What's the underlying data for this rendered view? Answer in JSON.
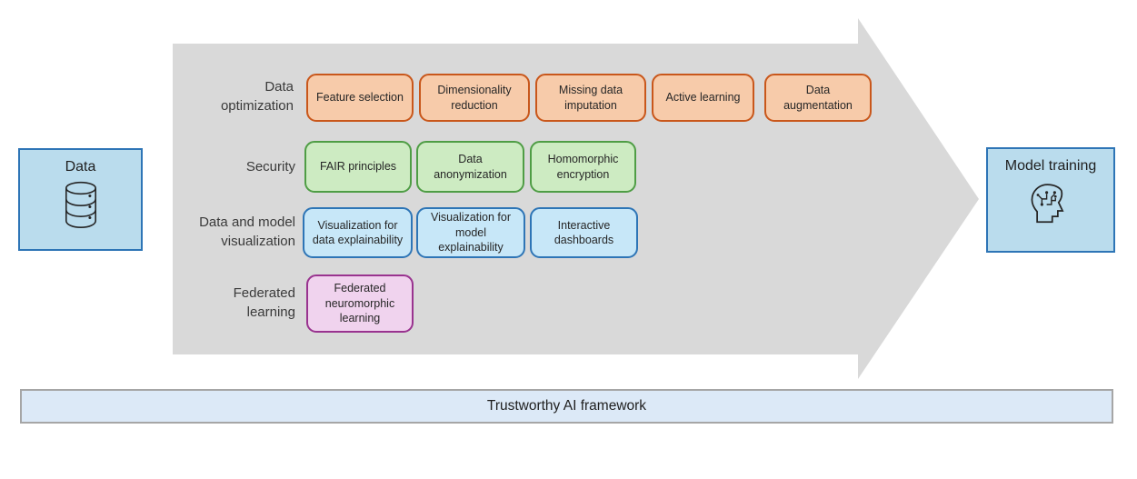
{
  "diagram": {
    "source": {
      "label": "Data",
      "icon": "database-icon"
    },
    "target": {
      "label": "Model training",
      "icon": "head-circuit-icon"
    },
    "arrow_color": "#D9D9D9",
    "endpoint": {
      "fill": "#BADCED",
      "border": "#2E75B6"
    },
    "rows": [
      {
        "label": "Data optimization",
        "fill": "#F7CBAA",
        "border": "#C9571B",
        "items": [
          "Feature selection",
          "Dimensionality reduction",
          "Missing data imputation",
          "Active learning",
          "Data augmentation"
        ]
      },
      {
        "label": "Security",
        "fill": "#CDEBC2",
        "border": "#4F9D45",
        "items": [
          "FAIR principles",
          "Data anonymization",
          "Homomorphic encryption"
        ]
      },
      {
        "label": "Data and model visualization",
        "fill": "#C7E7F8",
        "border": "#2E75B6",
        "items": [
          "Visualization for data explainability",
          "Visualization for model explainability",
          "Interactive dashboards"
        ]
      },
      {
        "label": "Federated learning",
        "fill": "#F0D3EE",
        "border": "#99338F",
        "items": [
          "Federated neuromorphic learning"
        ]
      }
    ],
    "footer": {
      "label": "Trustworthy AI framework",
      "fill": "#DCE9F7",
      "border": "#A6A6A6"
    }
  }
}
